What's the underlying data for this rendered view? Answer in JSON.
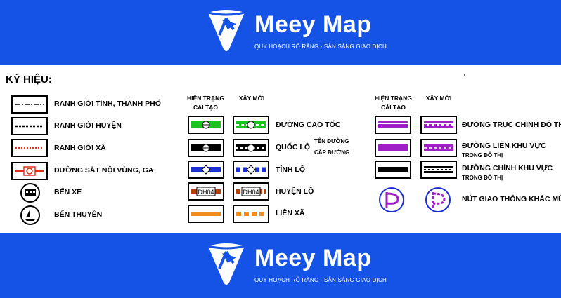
{
  "brand": {
    "name": "Meey Map",
    "tagline": "QUY HOẠCH RÕ RÀNG - SẴN SÀNG GIAO DỊCH",
    "band_color": "#1553e6"
  },
  "legend": {
    "title": "KÝ HIỆU:",
    "headers": {
      "current_a": [
        "HIỆN TRẠNG",
        "CẢI TẠO"
      ],
      "new_a": "XÂY MỚI",
      "current_b": [
        "HIỆN TRẠNG",
        "CẢI TẠO"
      ],
      "new_b": "XÂY MỚI"
    },
    "left": [
      "RANH GIỚI TỈNH, THÀNH PHỐ",
      "RANH GIỚI HUYỆN",
      "RANH GIỚI XÃ",
      "ĐƯỜNG SẮT NỘI VÙNG, GA",
      "BẾN XE",
      "BẾN THUYỀN"
    ],
    "middle": [
      "ĐƯỜNG CAO TỐC",
      "QUỐC LỘ",
      "TỈNH LỘ",
      "HUYỆN LỘ",
      "LIÊN XÃ"
    ],
    "road_notes": [
      "TÊN ĐƯỜNG",
      "CẤP ĐƯỜNG"
    ],
    "road_code": "DH04",
    "right": [
      "ĐƯỜNG TRỤC CHÍNH ĐÔ THỊ",
      "ĐƯỜNG LIÊN KHU VỰC",
      "ĐƯỜNG CHÍNH KHU VỰC",
      "NÚT GIAO THÔNG KHÁC MỨC"
    ],
    "right_sub": [
      "TRONG ĐÔ THỊ",
      "TRONG ĐÔ THỊ"
    ],
    "colors": {
      "expressway": "#1ec41e",
      "national": "#000000",
      "provincial": "#1a2fd6",
      "district": "#b8400a",
      "commune": "#f28c1c",
      "urban": "#a020c8"
    }
  }
}
